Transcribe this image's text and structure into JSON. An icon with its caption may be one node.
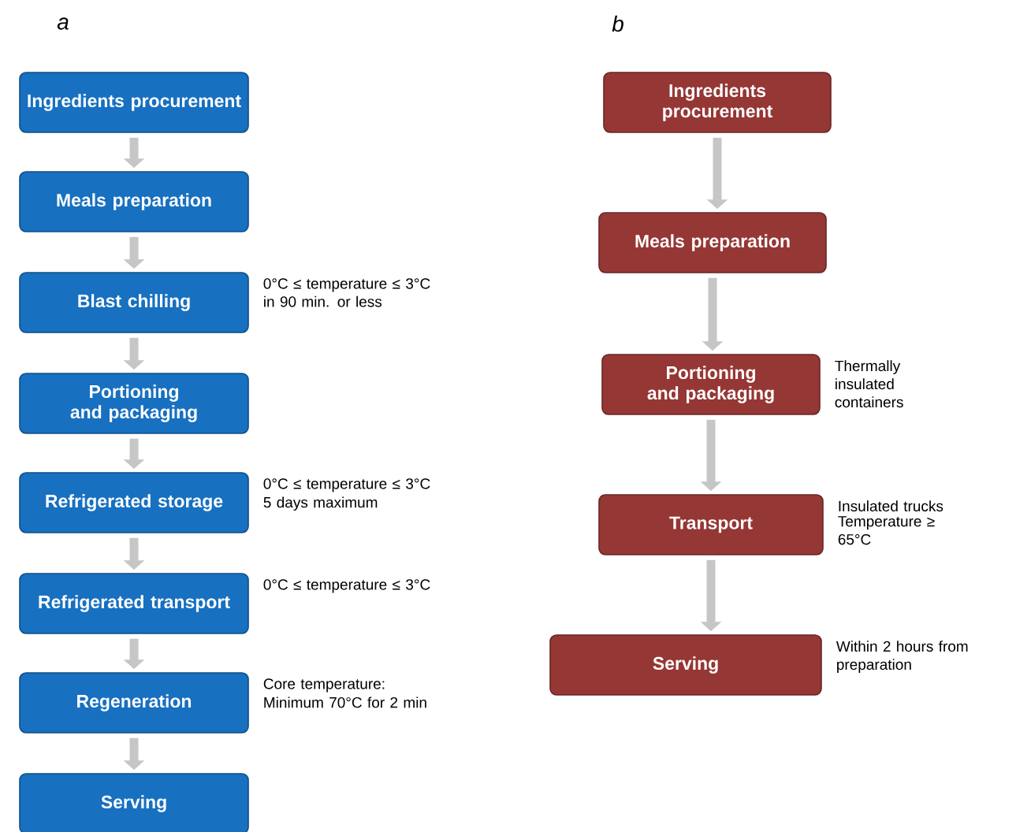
{
  "diagram": {
    "nodes": [
      {
        "text": [
          "Ingredients procurement"
        ]
      },
      {
        "text": [
          "Meals preparation"
        ]
      },
      {
        "text": [
          "Blast chilling"
        ],
        "beside": [
          "0°C ≤ temperature ≤ 3°C in 90 min. or less"
        ]
      },
      {
        "text": [
          "Portioning and packaging"
        ]
      },
      {
        "text": [
          "Refrigerated storage"
        ],
        "beside": [
          "0°C ≤ temperature ≤ 3°C",
          "5 days maximum"
        ]
      },
      {
        "text": [
          "Refrigerated transport"
        ],
        "beside": [
          "0°C ≤ temperature ≤ 3°C"
        ]
      },
      {
        "text": [
          "Regeneration"
        ],
        "beside": [
          "Core temperature:",
          "Minimum 70°C for 2 min"
        ]
      },
      {
        "text": [
          "Serving"
        ]
      },
      {
        "text": [
          "Ingredients procurement"
        ]
      },
      {
        "text": [
          "Meals preparation"
        ]
      },
      {
        "text": [
          "Portioning and packaging"
        ],
        "beside": [
          "Thermally insulated containers"
        ]
      },
      {
        "text": [
          "Transport"
        ],
        "beside": [
          "Insulated trucks",
          "Temperature ≥ 65°C"
        ]
      },
      {
        "text": [
          "Serving"
        ],
        "beside": [
          "Within 2 hours from preparation"
        ]
      }
    ],
    "edges": [
      {
        "from": 0,
        "to": 1,
        "arrow": "to"
      },
      {
        "from": 1,
        "to": 2,
        "arrow": "to"
      },
      {
        "from": 2,
        "to": 3,
        "arrow": "to"
      },
      {
        "from": 3,
        "to": 4,
        "arrow": "to"
      },
      {
        "from": 4,
        "to": 5,
        "arrow": "to"
      },
      {
        "from": 5,
        "to": 6,
        "arrow": "to"
      },
      {
        "from": 6,
        "to": 7,
        "arrow": "to"
      },
      {
        "from": 8,
        "to": 9,
        "arrow": "to"
      },
      {
        "from": 9,
        "to": 10,
        "arrow": "to"
      },
      {
        "from": 10,
        "to": 11,
        "arrow": "to"
      },
      {
        "from": 11,
        "to": 12,
        "arrow": "to"
      }
    ],
    "labels": [
      "*a*",
      "*b*"
    ]
  }
}
